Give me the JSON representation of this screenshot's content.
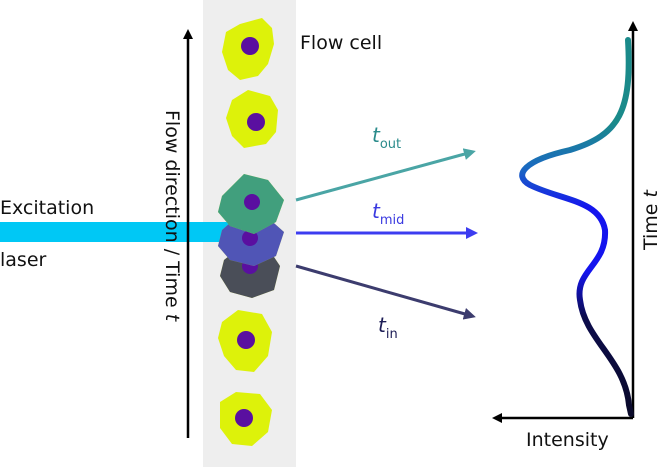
{
  "labels": {
    "flow_cell": "Flow cell",
    "excitation_line1": "Excitation",
    "excitation_line2": "laser",
    "flow_axis_main": "Flow direction / Time ",
    "flow_axis_var": "t",
    "time_axis_main": "Time ",
    "time_axis_var": "t",
    "intensity": "Intensity"
  },
  "time_points": {
    "out": {
      "symbol": "t",
      "subscript": "out",
      "color": "#2a8b8b"
    },
    "mid": {
      "symbol": "t",
      "subscript": "mid",
      "color": "#3a3ae0"
    },
    "in": {
      "symbol": "t",
      "subscript": "in",
      "color": "#1c1c55"
    }
  },
  "colors": {
    "cell_fill": "#ddf20a",
    "nucleus": "#5a0fa0",
    "laser": "#00c8f5",
    "flow_channel": "#eeeeee",
    "curve_top": "#1a8a8a",
    "curve_mid": "#1414ee",
    "curve_bottom": "#0c0c3c",
    "arrow_out": "#4aa5a5",
    "arrow_mid": "#3c3cf0",
    "arrow_in": "#3c3c6e"
  }
}
